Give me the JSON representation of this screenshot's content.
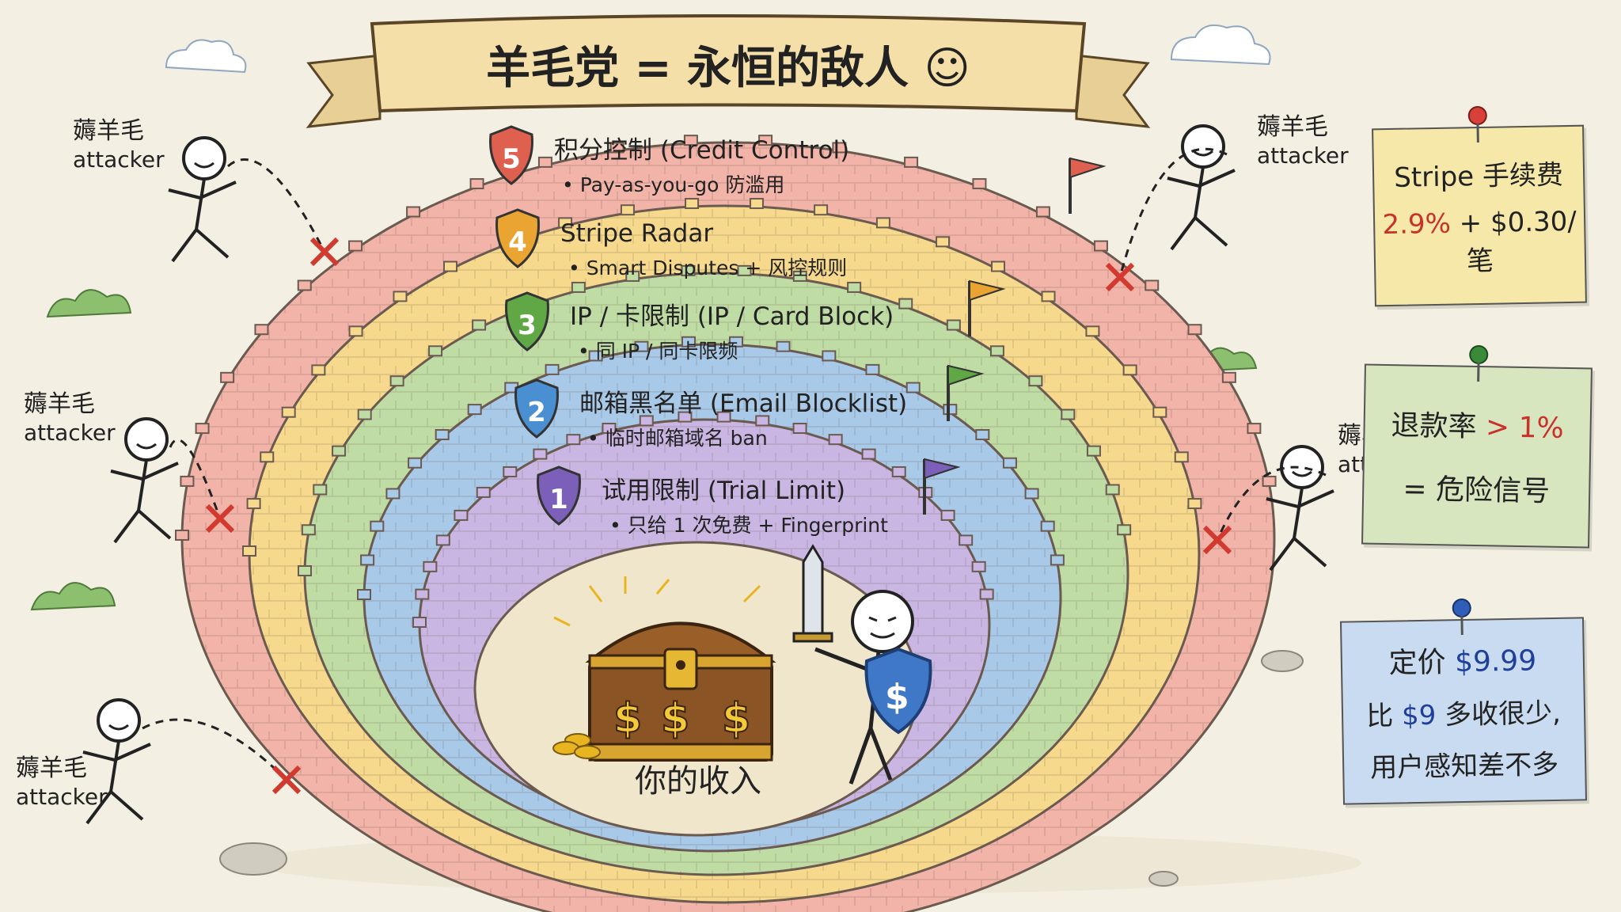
{
  "title": "羊毛党 = 永恒的敌人 ☺",
  "center_label": "你的收入",
  "layers": [
    {
      "num": "5",
      "name": "积分控制 (Credit Control)",
      "desc": "• Pay-as-you-go 防滥用",
      "color": "#f2b3a8",
      "shield": "#e0604f"
    },
    {
      "num": "4",
      "name": "Stripe  Radar",
      "desc": "• Smart Disputes + 风控规则",
      "color": "#f6d98c",
      "shield": "#e9a431"
    },
    {
      "num": "3",
      "name": "IP / 卡限制 (IP / Card Block)",
      "desc": "• 同 IP / 同卡限频",
      "color": "#bfdca5",
      "shield": "#5fa845"
    },
    {
      "num": "2",
      "name": "邮箱黑名单 (Email Blocklist)",
      "desc": "• 临时邮箱域名 ban",
      "color": "#a9c9e8",
      "shield": "#4a8fd1"
    },
    {
      "num": "1",
      "name": "试用限制 (Trial Limit)",
      "desc": "• 只给 1 次免费 + Fingerprint",
      "color": "#c9b6e3",
      "shield": "#7b5fb8"
    }
  ],
  "attackers": [
    {
      "label_cn": "薅羊毛",
      "label_en": "attacker"
    },
    {
      "label_cn": "薅羊毛",
      "label_en": "attacker"
    },
    {
      "label_cn": "薅羊毛",
      "label_en": "attacker"
    },
    {
      "label_cn": "薅羊毛",
      "label_en": "attacker"
    },
    {
      "label_cn": "薅羊毛",
      "label_en": "attacker"
    }
  ],
  "notes": {
    "fee": {
      "line1": "Stripe 手续费",
      "pct": "2.9%",
      "rest": " + $0.30/笔"
    },
    "refund": {
      "line1_a": "退款率 ",
      "line1_b": "> 1%",
      "line2": "= 危险信号"
    },
    "price": {
      "line1_a": "定价 ",
      "line1_b": "$9.99",
      "line2_a": "比 ",
      "line2_b": "$9",
      "line2_c": " 多收很少,",
      "line3": "用户感知差不多"
    }
  },
  "chest_symbol": "$",
  "shield_symbol": "$"
}
